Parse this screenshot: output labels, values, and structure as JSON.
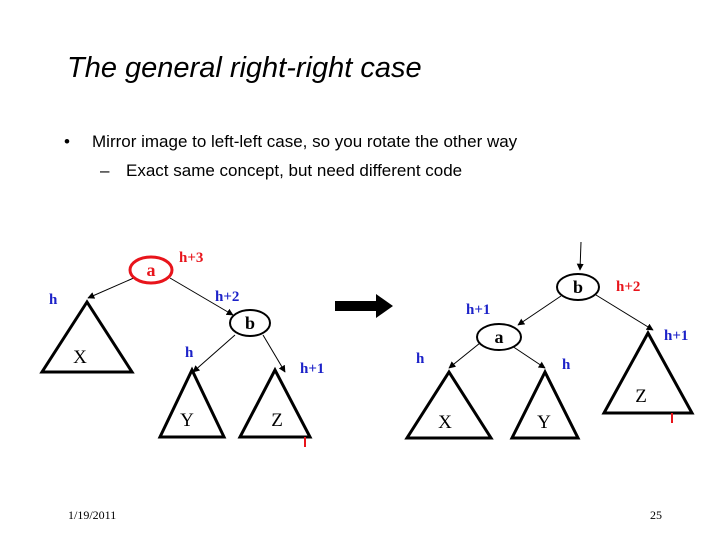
{
  "slide": {
    "title": "The general right-right case",
    "bullets": [
      {
        "mark": "•",
        "text": "Mirror image to left-left case, so you rotate the other way"
      },
      {
        "mark": "–",
        "text": "Exact same concept, but need different code"
      }
    ],
    "footer": {
      "date": "1/19/2011",
      "page": "25"
    }
  },
  "colors": {
    "red": "#e8141b",
    "blue": "#1c22c8",
    "black": "#000000"
  },
  "diagram": {
    "before": {
      "node_a": "a",
      "node_a_height": "h+3",
      "node_b": "b",
      "node_b_height": "h+2",
      "tree_x": "X",
      "tree_x_height": "h",
      "tree_y": "Y",
      "tree_y_height": "h",
      "tree_z": "Z",
      "tree_z_height": "h+1"
    },
    "after": {
      "node_b": "b",
      "node_b_height": "h+2",
      "node_a": "a",
      "node_a_height": "h+1",
      "tree_x": "X",
      "tree_x_height": "h",
      "tree_y": "Y",
      "tree_y_height": "h",
      "tree_z": "Z",
      "tree_z_height": "h+1"
    }
  }
}
